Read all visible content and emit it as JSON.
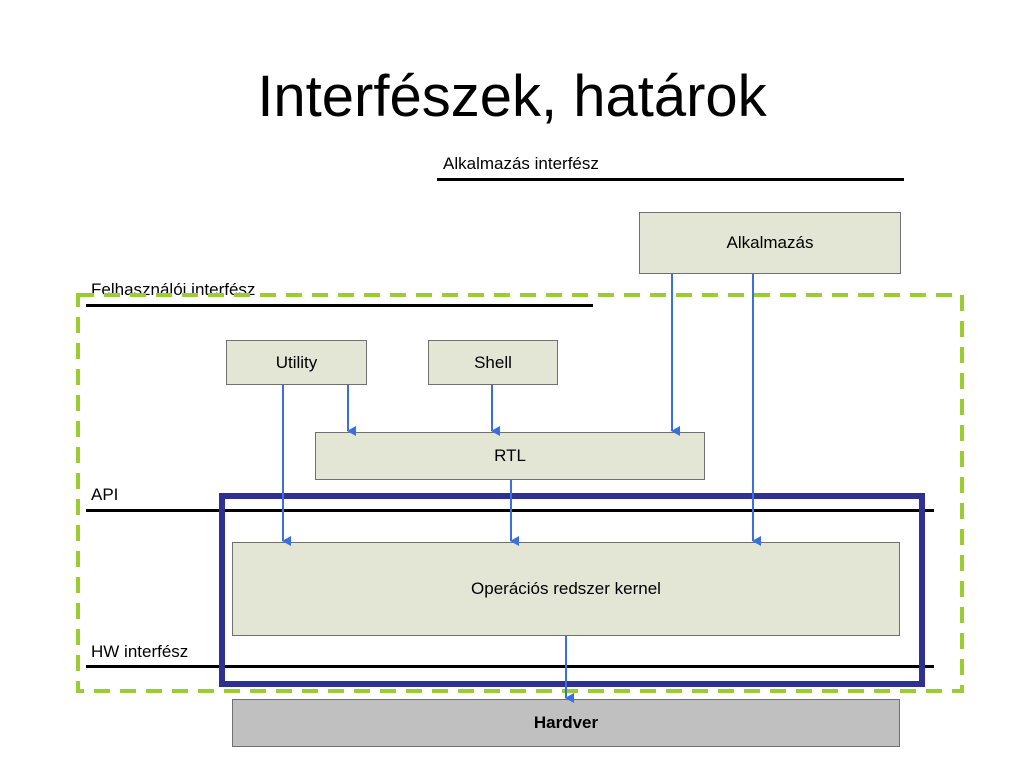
{
  "title": "Interfészek, határok",
  "interfaces": {
    "application": "Alkalmazás interfész",
    "user": "Felhasználói interfész",
    "api": "API",
    "hw": "HW interfész"
  },
  "boxes": {
    "application": "Alkalmazás",
    "utility": "Utility",
    "shell": "Shell",
    "rtl": "RTL",
    "kernel": "Operációs redszer kernel",
    "hardware": "Hardver"
  },
  "colors": {
    "box_fill": "#e3e6d5",
    "hardware_fill": "#c0c0c0",
    "arrow": "#3b6fe0",
    "dashed_region": "#9acd32",
    "os_frame": "#2e3192",
    "interface_line": "#000000"
  }
}
